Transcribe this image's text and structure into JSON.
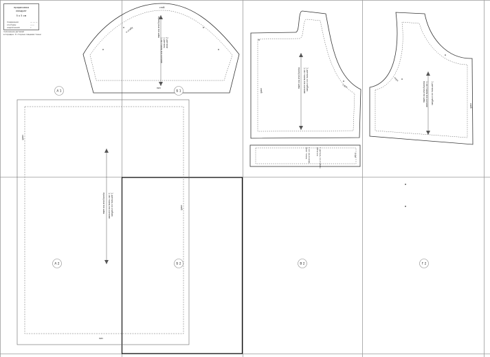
{
  "legend": {
    "title_line1": "прорисовка",
    "title_line2": "квадрат",
    "scale": "5 x 5 см",
    "rows": [
      {
        "label": "подрезная",
        "symbol": "— — —"
      },
      {
        "label": "контуры",
        "symbol": "——"
      },
      {
        "label": "надсечения",
        "symbol": "•"
      }
    ],
    "note_line1": "положение деталей",
    "note_line2": "в порядке: ① сторона лицевая ткани"
  },
  "page_labels": [
    "А 1",
    "Б 1",
    "А 2",
    "Б 2",
    "В 2",
    "Г 2"
  ],
  "pieces": {
    "sleeve_text": [
      "припуски на швы",
      "1 см ткань на основе",
      "1 деталь",
      "2 детали"
    ],
    "sleeve_top": "сгиб",
    "sleeve_side": "к сгибу",
    "sleeve_bottom": "низ",
    "back_text": [
      "припуски на швы",
      "1 см ткань на основе",
      "1 деталь со сгибом"
    ],
    "back_side": "сгиб",
    "back_neck": "горл.",
    "front_text": [
      "припуски на швы",
      "1 см ткань на основе",
      "1 деталь со сгибом"
    ],
    "front_side": "сгиб",
    "front_neck": "горл.",
    "strip_text": [
      "пояс ткань",
      "1 см на основе"
    ],
    "strip_text2": [
      "обтачка",
      "1 деталь со сгибом"
    ],
    "strip_side": "сгиб",
    "skirt_text": [
      "припуски на швы",
      "1 см ткань на основе",
      "1 деталь со сгибом"
    ],
    "skirt_left": "сгиб",
    "skirt_right": "сгиб",
    "skirt_bottom": "низ"
  }
}
